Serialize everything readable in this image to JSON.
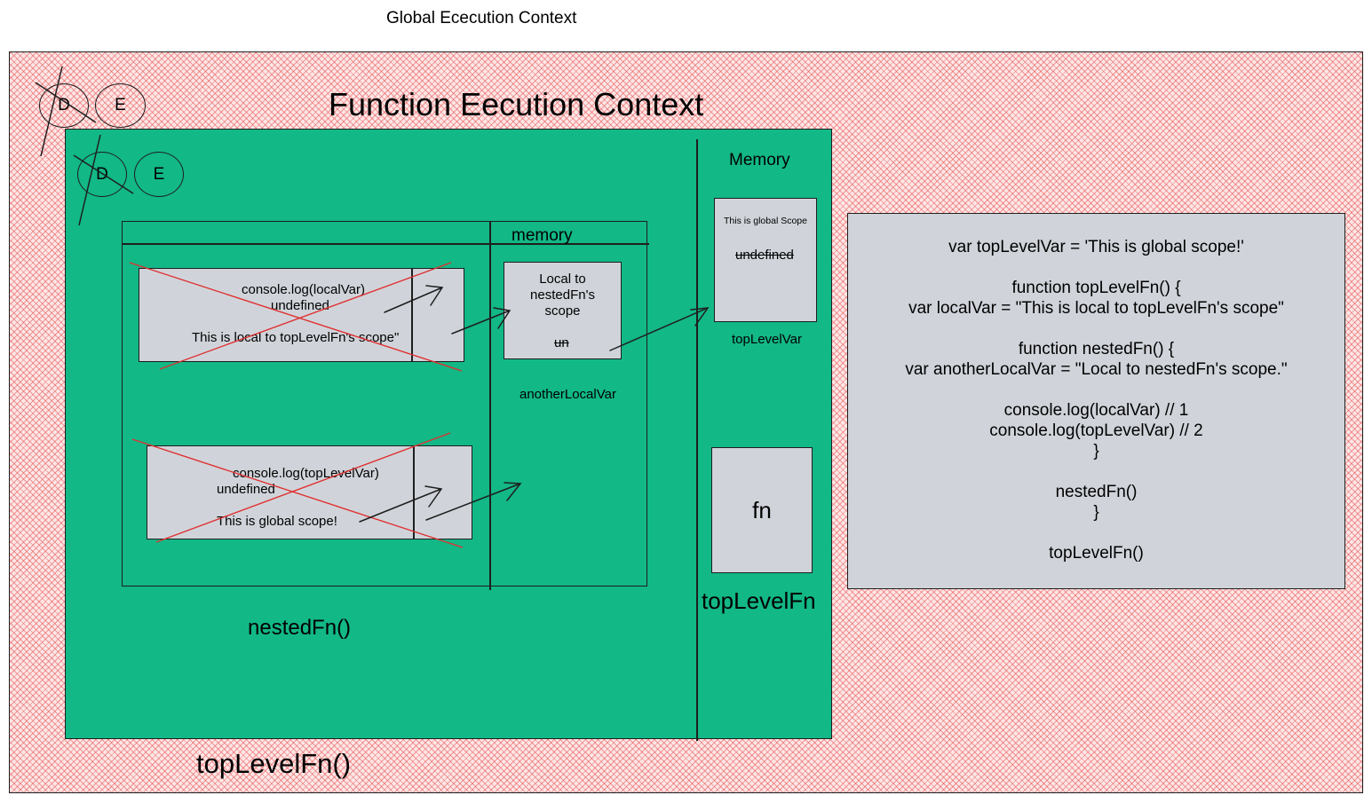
{
  "global": {
    "title": "Global Ececution Context",
    "de_labels": [
      "D",
      "E"
    ],
    "caller_label": "topLevelFn()"
  },
  "function_ctx": {
    "title": "Function Eecution Context",
    "de_labels": [
      "D",
      "E"
    ],
    "memory_label": "Memory",
    "top_level_var_value": "This is global Scope",
    "top_level_var_initial": "undefined",
    "top_level_var_name": "topLevelVar",
    "fn_box_label": "fn",
    "fn_name": "topLevelFn",
    "nested_caller_label": "nestedFn()"
  },
  "nested_ctx": {
    "memory_label": "memory",
    "local_value": "Local to nestedFn's scope",
    "local_initial": "un",
    "local_var_name": "anotherLocalVar",
    "stmt1": {
      "code": "console.log(localVar)",
      "initial": "undefined",
      "resolved": "This is local to topLevelFn's scope\""
    },
    "stmt2": {
      "code": "console.log(topLevelVar)",
      "initial": "undefined",
      "resolved": "This is global scope!"
    }
  },
  "code_panel": {
    "lines": [
      "var topLevelVar = 'This is global scope!'",
      "",
      "function topLevelFn() {",
      "var localVar = \"This is local to topLevelFn's scope\"",
      "",
      "function nestedFn() {",
      "var anotherLocalVar = \"Local to nestedFn's scope.\"",
      "",
      "console.log(localVar) // 1",
      "console.log(topLevelVar) // 2",
      "}",
      "",
      "nestedFn()",
      "}",
      "",
      "topLevelFn()"
    ]
  },
  "colors": {
    "global_fill": "#f08c8c",
    "function_fill": "#12b886",
    "box_fill": "#d0d4da",
    "strike": "#e03131"
  }
}
